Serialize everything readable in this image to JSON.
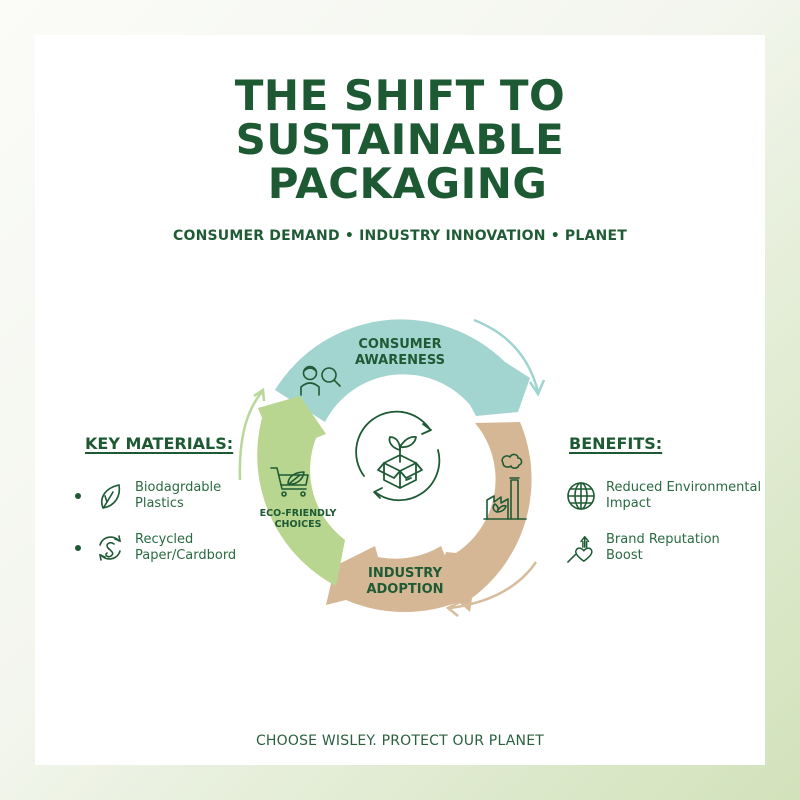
{
  "header": {
    "title_lines": [
      "THE SHIFT TO",
      "SUSTAINABLE",
      " PACKAGING"
    ],
    "subtitle": "CONSUMER DEMAND • INDUSTRY INNOVATION • PLANET"
  },
  "cycle": {
    "center_icon": "plant-box-recycle-icon",
    "segments": [
      {
        "label": "CONSUMER\nAWARENESS",
        "icon": "person-magnifier-icon",
        "color": "#a3d5d0"
      },
      {
        "label": "",
        "icon": "factory-leaf-icon",
        "color": "#d6b795"
      },
      {
        "label": "INDUSTRY\nADOPTION",
        "icon": "",
        "color": "#d6b795"
      },
      {
        "label": "ECO-FRIENDLY\nCHOICES",
        "icon": "cart-leaf-icon",
        "color": "#b8d690"
      }
    ],
    "arrow_colors": {
      "teal": "#9fd4d0",
      "tan": "#d8bc9c",
      "green": "#b9d79a"
    }
  },
  "key_materials": {
    "heading": "KEY MATERIALS:",
    "items": [
      {
        "icon": "leaf-icon",
        "text": "Biodagrdable\nPlastics"
      },
      {
        "icon": "recycle-icon",
        "text": "Recycled\nPaper/Cardbord"
      }
    ]
  },
  "benefits": {
    "heading": "BENEFITS:",
    "items": [
      {
        "icon": "globe-icon",
        "text": "Reduced Environmental\nImpact"
      },
      {
        "icon": "heart-arrow-icon",
        "text": "Brand Reputation\nBoost"
      }
    ]
  },
  "footer": {
    "tagline": "CHOOSE WISLEY. PROTECT OUR PLANET"
  },
  "colors": {
    "primary_text": "#1d5a33",
    "teal_segment": "#a3d5d0",
    "tan_segment": "#d6b795",
    "green_segment": "#b8d690",
    "background_gradient_end": "#d2e2bb"
  }
}
